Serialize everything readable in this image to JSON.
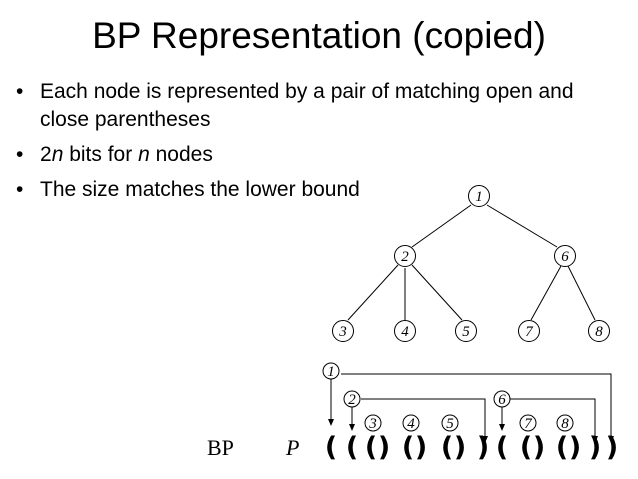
{
  "slide": {
    "title": "BP Representation (copied)",
    "bullets": [
      {
        "text": "Each node is represented by a pair of matching open and close parentheses"
      },
      {
        "pre": "2",
        "em1": "n",
        "mid": " bits for ",
        "em2": "n",
        "post": " nodes"
      },
      {
        "text": "The size matches the lower bound"
      }
    ]
  },
  "tree": {
    "nodes": [
      "1",
      "2",
      "3",
      "4",
      "5",
      "6",
      "7",
      "8"
    ]
  },
  "sequence": {
    "bp_label": "BP",
    "p_label": "P",
    "parens": [
      "(",
      "(",
      "(",
      ")",
      "(",
      ")",
      "(",
      ")",
      ")",
      "(",
      "(",
      ")",
      "(",
      ")",
      ")",
      ")"
    ],
    "markers": [
      "1",
      "2",
      "3",
      "4",
      "5",
      "6",
      "7",
      "8"
    ]
  }
}
